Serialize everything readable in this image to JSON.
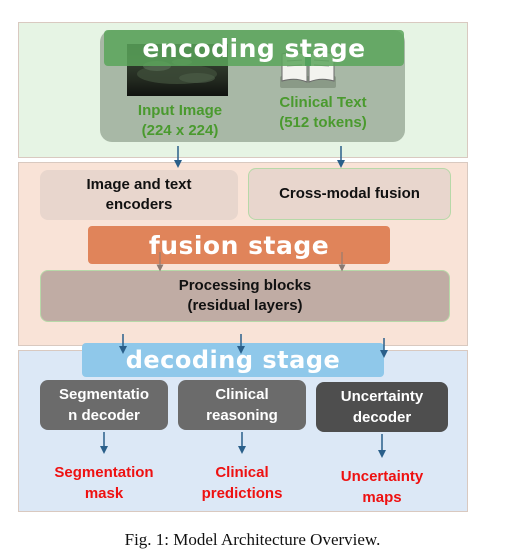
{
  "encoding": {
    "title": "encoding stage",
    "input_image_label_line1": "Input Image",
    "input_image_label_line2": "(224 x 224)",
    "clinical_text_label_line1": "Clinical Text",
    "clinical_text_label_line2": "(512 tokens)"
  },
  "fusion": {
    "title": "fusion stage",
    "encoders_line1": "Image and text",
    "encoders_line2": "encoders",
    "cross_modal": "Cross-modal fusion",
    "processing_line1": "Processing blocks",
    "processing_line2": "(residual layers)"
  },
  "decoding": {
    "title": "decoding stage",
    "decoders": [
      {
        "line1": "Segmentatio",
        "line2": "n decoder"
      },
      {
        "line1": "Clinical",
        "line2": "reasoning"
      },
      {
        "line1": "Uncertainty",
        "line2": "decoder"
      }
    ],
    "outputs": [
      {
        "line1": "Segmentation",
        "line2": "mask"
      },
      {
        "line1": "Clinical",
        "line2": "predictions"
      },
      {
        "line1": "Uncertainty",
        "line2": "maps"
      }
    ]
  },
  "caption": "Fig. 1: Model Architecture Overview.",
  "colors": {
    "encoding_band": "#e6f4e4",
    "fusion_band": "#f9e3d7",
    "decoding_band": "#dce8f6",
    "green_text": "#4a9a2e",
    "output_red": "#ee1111",
    "arrow": "#2a5f8a"
  }
}
